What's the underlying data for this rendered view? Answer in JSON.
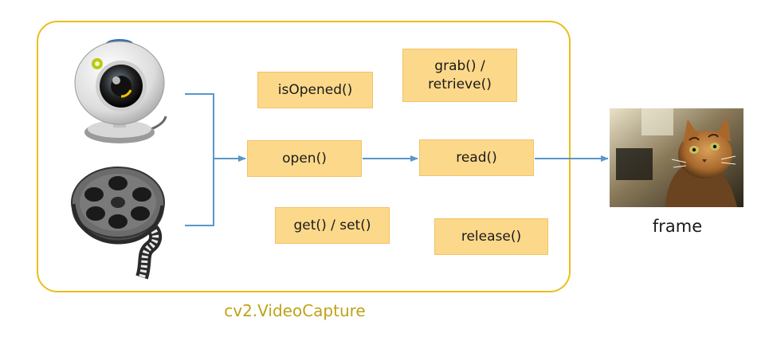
{
  "methods": {
    "isopened": "isOpened()",
    "grab": "grab() /\nretrieve()",
    "open": "open()",
    "read": "read()",
    "getset": "get() / set()",
    "release": "release()"
  },
  "caption": "cv2.VideoCapture",
  "output_label": "frame",
  "icons": [
    "webcam-icon",
    "film-reel-icon",
    "cat-photo"
  ],
  "colors": {
    "container_border": "#e8bf1a",
    "method_fill": "#fcd88a",
    "arrow": "#5a96c8",
    "caption": "#bfa21a"
  }
}
